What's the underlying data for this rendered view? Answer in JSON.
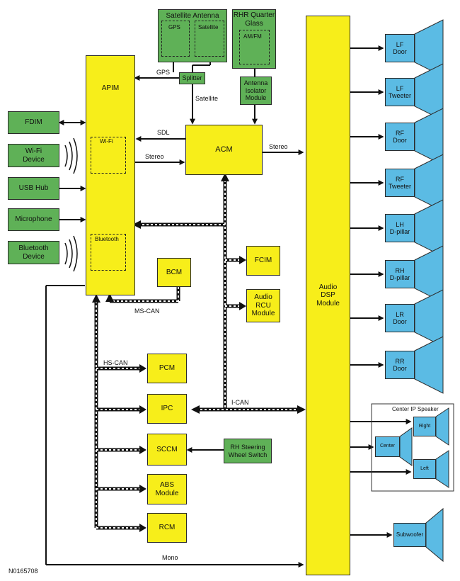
{
  "modules": {
    "apim": "APIM",
    "acm": "ACM",
    "audio_dsp": "Audio\nDSP\nModule",
    "bcm": "BCM",
    "fcim": "FCIM",
    "audio_rcu": "Audio\nRCU\nModule",
    "pcm": "PCM",
    "ipc": "IPC",
    "sccm": "SCCM",
    "abs": "ABS\nModule",
    "rcm": "RCM",
    "fdim": "FDIM",
    "wifi_device": "Wi-Fi\nDevice",
    "usb_hub": "USB Hub",
    "microphone": "Microphone",
    "bluetooth_device": "Bluetooth\nDevice",
    "satellite_antenna": "Satellite Antenna",
    "gps": "GPS",
    "satellite_inner": "Satellite",
    "rhr_quarter_glass": "RHR Quarter\nGlass",
    "am_fm": "AM/FM",
    "splitter": "Splitter",
    "antenna_isolator": "Antenna\nIsolator\nModule",
    "rh_steering_switch": "RH Steering\nWheel Switch",
    "wifi_inner": "Wi-Fi",
    "bluetooth_inner": "Bluetooth"
  },
  "speakers": {
    "lf_door": "LF\nDoor",
    "lf_tweeter": "LF\nTweeter",
    "rf_door": "RF\nDoor",
    "rf_tweeter": "RF\nTweeter",
    "lh_dpillar": "LH\nD-pillar",
    "rh_dpillar": "RH\nD-pillar",
    "lr_door": "LR\nDoor",
    "rr_door": "RR\nDoor",
    "center_ip_title": "Center IP Speaker",
    "center": "Center",
    "right": "Right",
    "left": "Left",
    "subwoofer": "Subwoofer"
  },
  "signals": {
    "gps": "GPS",
    "satellite": "Satellite",
    "sdl": "SDL",
    "stereo_apim": "Stereo",
    "stereo_acm": "Stereo",
    "ms_can": "MS-CAN",
    "hs_can": "HS-CAN",
    "i_can": "I-CAN",
    "mono": "Mono"
  },
  "figure_id": "N0165708",
  "colors": {
    "module_yellow": "#f7ee1a",
    "peripheral_green": "#5fb157",
    "speaker_blue": "#5bbbe4",
    "line": "#111111"
  }
}
